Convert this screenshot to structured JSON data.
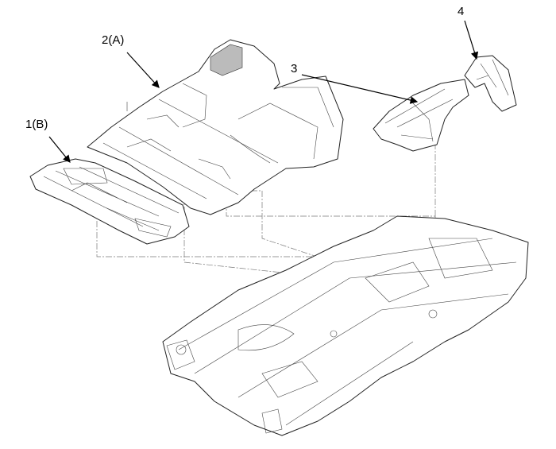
{
  "diagram": {
    "callouts": [
      {
        "id": "1",
        "label": "1(B)"
      },
      {
        "id": "2",
        "label": "2(A)"
      },
      {
        "id": "3",
        "label": "3"
      },
      {
        "id": "4",
        "label": "4"
      }
    ],
    "colors": {
      "line": "#222222",
      "chain_line": "#777777",
      "background": "#ffffff"
    }
  }
}
